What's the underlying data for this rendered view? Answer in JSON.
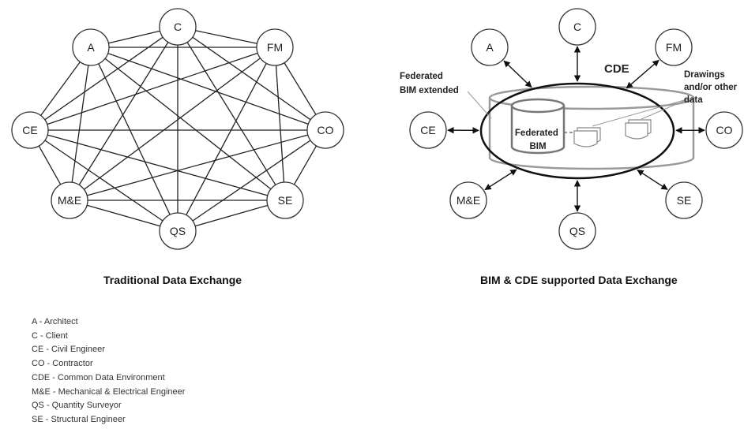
{
  "left_diagram": {
    "title": "Traditional Data Exchange",
    "nodes": [
      "A",
      "C",
      "FM",
      "CE",
      "CO",
      "M&E",
      "SE",
      "QS"
    ]
  },
  "right_diagram": {
    "title": "BIM & CDE supported Data Exchange",
    "cde_label": "CDE",
    "federated_extended_label": [
      "Federated",
      "BIM extended"
    ],
    "federated_bim_label": [
      "Federated",
      "BIM"
    ],
    "drawings_label": [
      "Drawings",
      "and/or other",
      "data"
    ],
    "nodes": [
      "A",
      "C",
      "FM",
      "CE",
      "CO",
      "M&E",
      "SE",
      "QS"
    ]
  },
  "legend": [
    "A - Architect",
    "C - Client",
    "CE - Civil Engineer",
    "CO - Contractor",
    "CDE - Common Data Environment",
    "M&E - Mechanical & Electrical Engineer",
    "QS - Quantity Surveyor",
    "SE - Structural Engineer"
  ]
}
